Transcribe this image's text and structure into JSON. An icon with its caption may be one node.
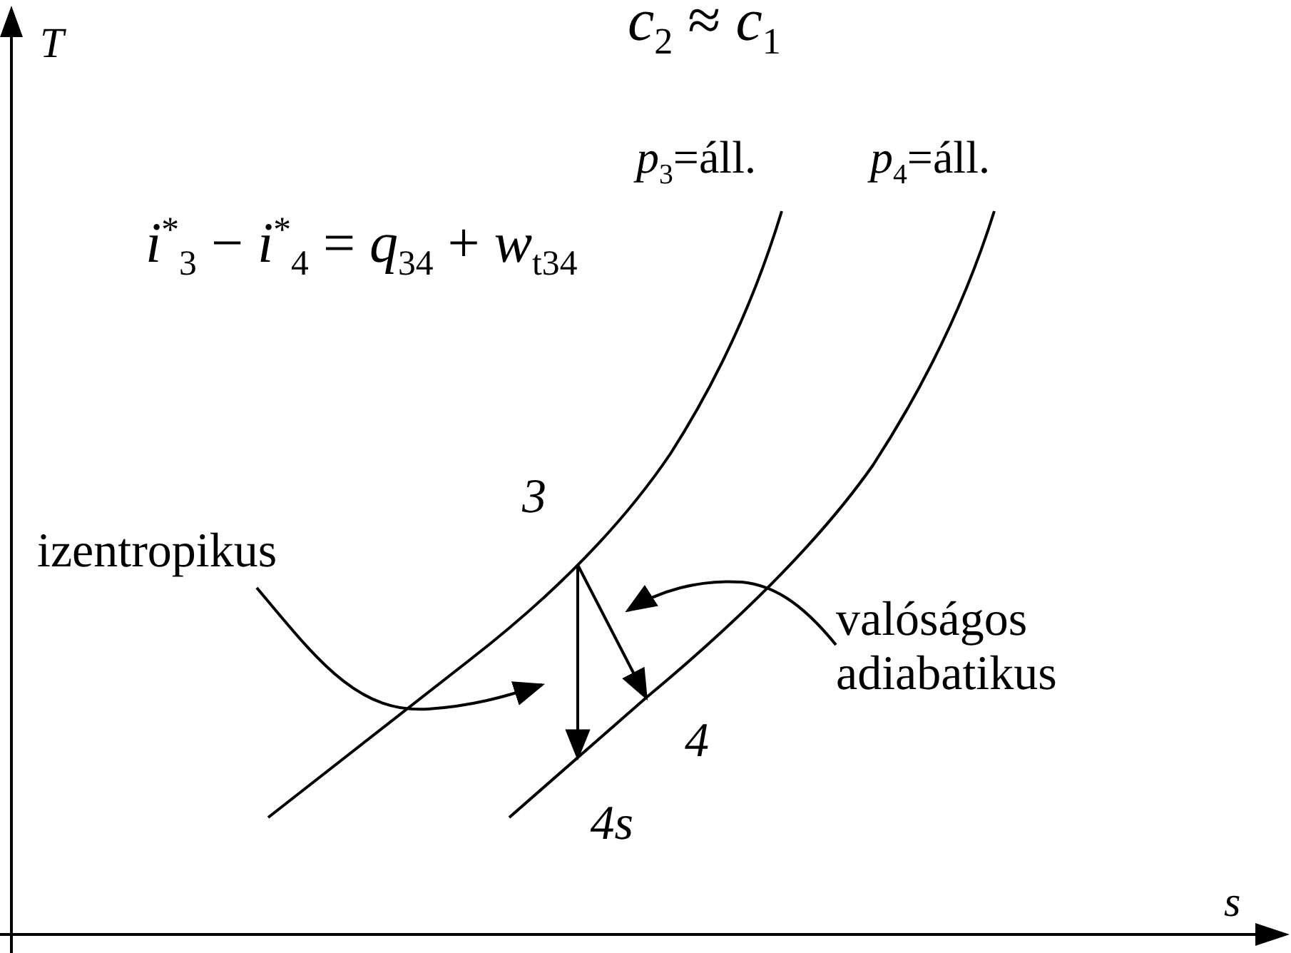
{
  "diagram": {
    "nodes": [
      {
        "text": [
          "3"
        ]
      },
      {
        "text": [
          "izentropikus"
        ]
      },
      {
        "text": [
          "valóságos adiabatikus"
        ]
      },
      {
        "text": [
          "4"
        ]
      },
      {
        "text": [
          "4s"
        ]
      }
    ],
    "edges": [
      {
        "from": 0,
        "to": 4,
        "arrow": "to"
      },
      {
        "from": 0,
        "to": 3,
        "arrow": "to"
      },
      {
        "from": 1,
        "to": null,
        "arrow": "to"
      },
      {
        "from": 2,
        "to": null,
        "arrow": "to"
      }
    ],
    "labels": [
      "*c*$_{2}$ ≈ *c*$_{1}$",
      "T",
      "*p*$_{3}$=áll.",
      "*p*$_{4}$=áll.",
      "*i*$^{*}$$_{3}$ − *i*$^{*}$$_{4}$ = *q*$_{34}$ + *w*$_{t34}$",
      "s"
    ]
  }
}
